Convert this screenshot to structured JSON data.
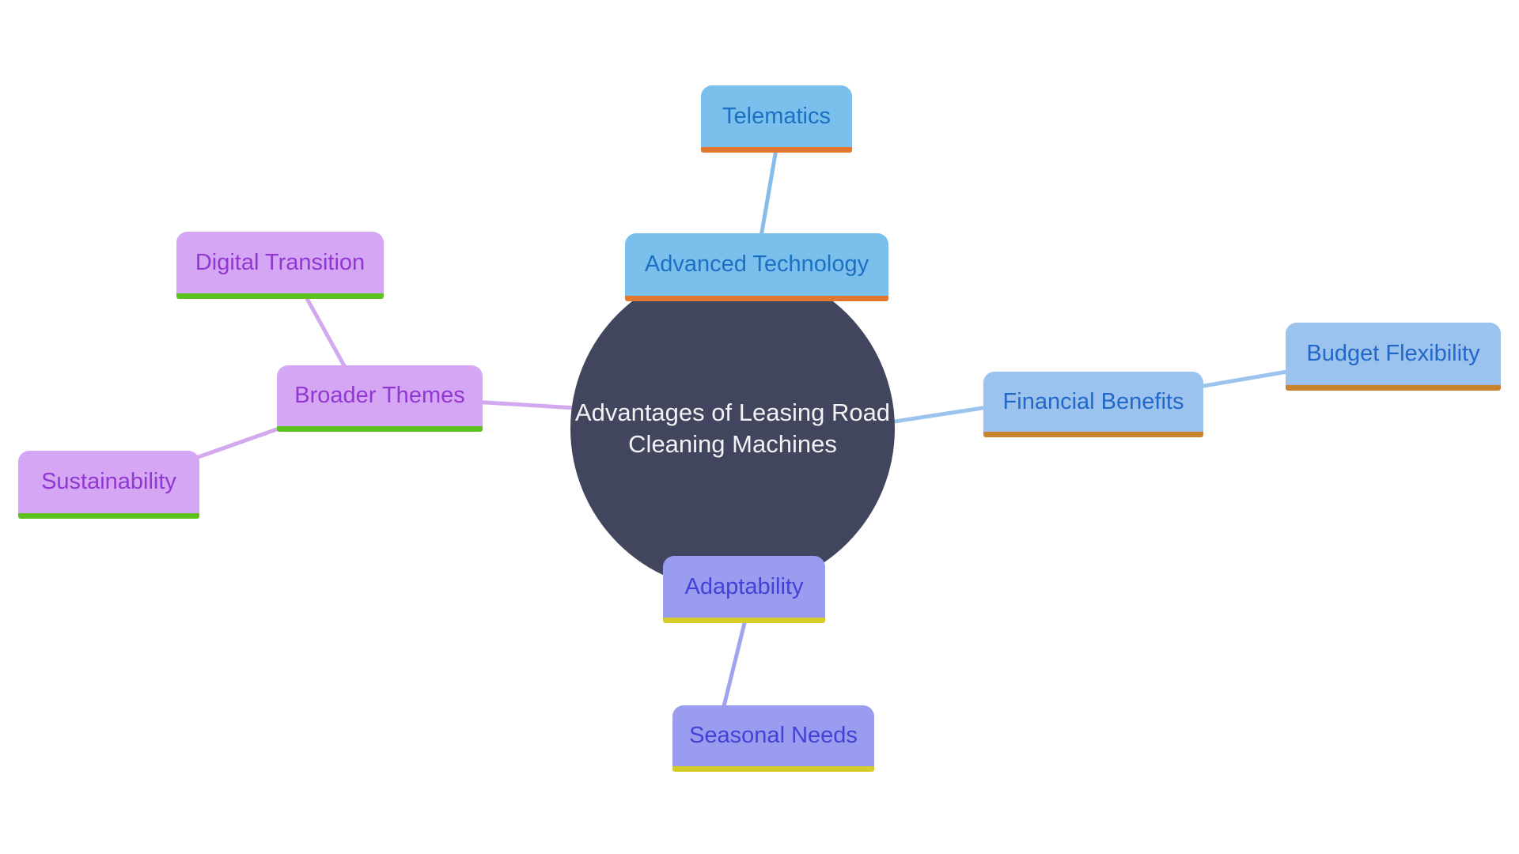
{
  "page": {
    "background_color": "#FFFFFF"
  },
  "mindmap": {
    "root": {
      "id": "root",
      "label": "Advantages of Leasing Road Cleaning Machines",
      "line1": "Advantages of Leasing Road",
      "line2": "Cleaning Machines",
      "fill": "#41465E",
      "text_color": "#F2F2F5"
    },
    "branches": {
      "technology": {
        "fill": "#7BC0ED",
        "text_color": "#1D70C1",
        "underline_color": "#E2772E",
        "line_color": "#85BCE9"
      },
      "financial": {
        "fill": "#9CC2EE",
        "text_color": "#2268C8",
        "underline_color": "#C9822F",
        "line_color": "#9CC3EE"
      },
      "adaptability": {
        "fill": "#9A9CEF",
        "text_color": "#4540D6",
        "underline_color": "#D6CC29",
        "line_color": "#A0A4F0"
      },
      "themes": {
        "fill": "#D5A6F3",
        "text_color": "#9137D2",
        "underline_color": "#5DC21D",
        "line_color": "#D2A9EF"
      }
    },
    "nodes": [
      {
        "id": "telematics",
        "label": "Telematics",
        "branch": "technology"
      },
      {
        "id": "advanced-technology",
        "label": "Advanced Technology",
        "branch": "technology"
      },
      {
        "id": "financial-benefits",
        "label": "Financial Benefits",
        "branch": "financial"
      },
      {
        "id": "budget-flexibility",
        "label": "Budget Flexibility",
        "branch": "financial"
      },
      {
        "id": "digital-transition",
        "label": "Digital Transition",
        "branch": "themes"
      },
      {
        "id": "broader-themes",
        "label": "Broader Themes",
        "branch": "themes"
      },
      {
        "id": "sustainability",
        "label": "Sustainability",
        "branch": "themes"
      },
      {
        "id": "adaptability",
        "label": "Adaptability",
        "branch": "adaptability"
      },
      {
        "id": "seasonal-needs",
        "label": "Seasonal Needs",
        "branch": "adaptability"
      }
    ],
    "edges": [
      {
        "from": "telematics",
        "to": "advanced-technology",
        "branch": "technology"
      },
      {
        "from": "root",
        "to": "financial-benefits",
        "branch": "financial"
      },
      {
        "from": "financial-benefits",
        "to": "budget-flexibility",
        "branch": "financial"
      },
      {
        "from": "root",
        "to": "broader-themes",
        "branch": "themes"
      },
      {
        "from": "digital-transition",
        "to": "broader-themes",
        "branch": "themes"
      },
      {
        "from": "broader-themes",
        "to": "sustainability",
        "branch": "themes"
      },
      {
        "from": "adaptability",
        "to": "seasonal-needs",
        "branch": "adaptability"
      }
    ]
  }
}
